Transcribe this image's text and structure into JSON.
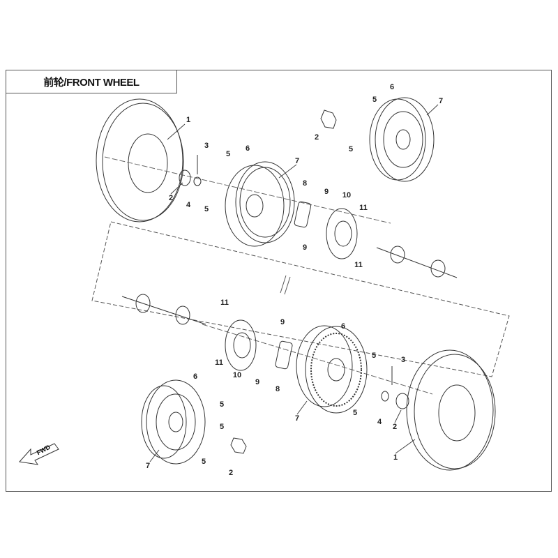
{
  "title": "前轮/FRONT WHEEL",
  "direction_marker": "FWD",
  "callouts": [
    "1",
    "3",
    "2",
    "4",
    "5",
    "5",
    "6",
    "7",
    "8",
    "9",
    "9",
    "10",
    "11",
    "11",
    "6",
    "5",
    "7",
    "2",
    "5",
    "11",
    "9",
    "6",
    "3",
    "5",
    "11",
    "10",
    "9",
    "8",
    "7",
    "4",
    "2",
    "5",
    "6",
    "5",
    "5",
    "7",
    "5",
    "2",
    "1"
  ]
}
